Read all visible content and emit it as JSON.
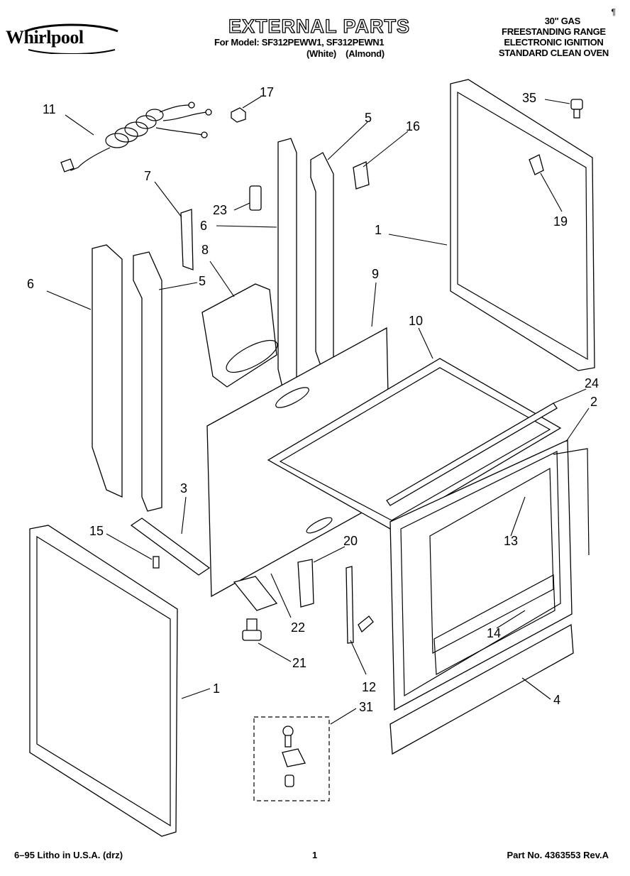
{
  "brand": "Whirlpool",
  "title": "EXTERNAL PARTS",
  "models_line": "For Model: SF312PEWW1, SF312PEWN1",
  "colors_line": "(White)    (Almond)",
  "right_title": [
    "30\" GAS",
    "FREESTANDING RANGE",
    "ELECTRONIC IGNITION",
    "STANDARD CLEAN OVEN"
  ],
  "corner_mark": "¶",
  "callouts": [
    "11",
    "17",
    "5",
    "16",
    "35",
    "7",
    "23",
    "6",
    "8",
    "19",
    "1",
    "6",
    "5",
    "9",
    "10",
    "24",
    "2",
    "3",
    "15",
    "20",
    "13",
    "22",
    "14",
    "21",
    "12",
    "1",
    "4",
    "31"
  ],
  "footer": {
    "left": "6–95 Litho in U.S.A. (drz)",
    "page": "1",
    "right": "Part No. 4363553 Rev.A"
  }
}
